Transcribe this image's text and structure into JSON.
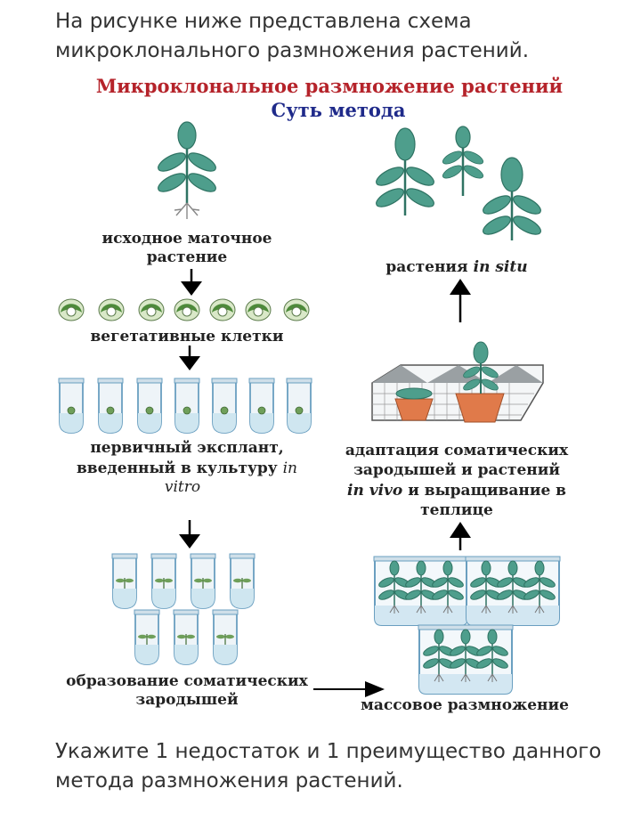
{
  "question": {
    "intro": "На рисунке ниже представлена схема микроклонального размножения растений.",
    "task": "Укажите 1 недостаток и 1 преимущество данного метода размножения растений."
  },
  "diagram": {
    "title": "Микроклональное размножение растений",
    "subtitle": "Суть метода",
    "steps": {
      "mother_plant": [
        "исходное маточное",
        "растение"
      ],
      "vegetative_cells": [
        "вегетативные клетки"
      ],
      "primary_explant": [
        "первичный эксплант,",
        "введенный в культуру",
        "in",
        "vitro"
      ],
      "somatic_embryos": [
        "образование соматических",
        "зародышей"
      ],
      "mass_propagation": [
        "массовое размножение"
      ],
      "adaptation": [
        "адаптация соматических",
        "зародышей и растений",
        "in vivo",
        "и выращивание в",
        "теплице"
      ],
      "plants_in_situ": [
        "растения",
        "in situ"
      ]
    },
    "colors": {
      "title": "#b5232a",
      "subtitle": "#1f2a8a",
      "leaf": "#4e9e8c",
      "leaf_dark": "#2f7363",
      "glass": "#6a9fc0",
      "pot": "#e07a4a",
      "text": "#222222"
    }
  }
}
